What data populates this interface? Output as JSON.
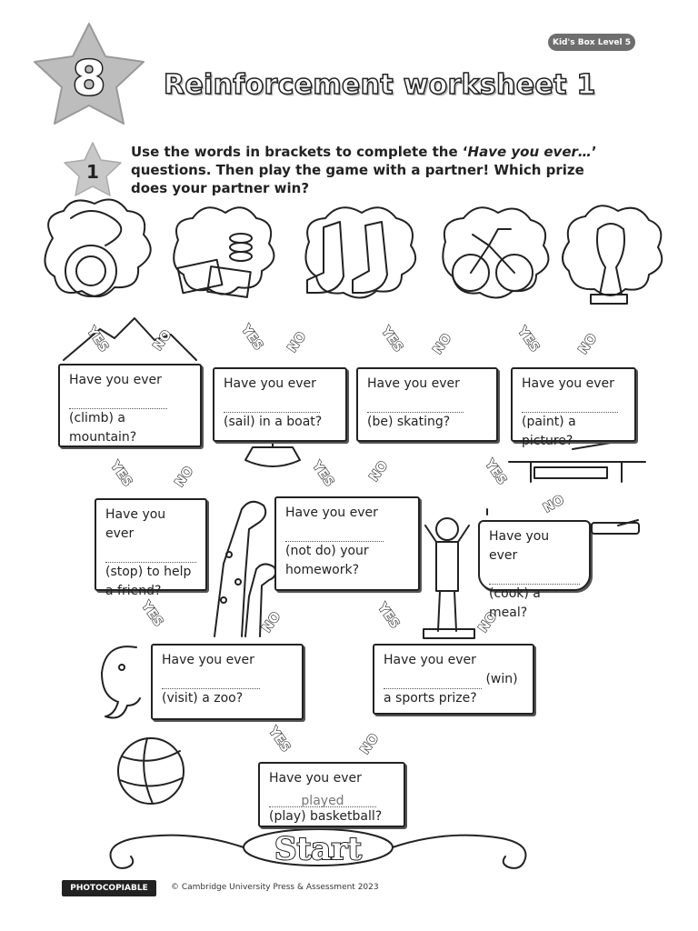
{
  "header": {
    "level_badge": "Kid's Box Level 5",
    "unit_number": "8",
    "title": "Reinforcement worksheet 1"
  },
  "exercise": {
    "number": "1",
    "instruction_a": "Use the words in brackets to complete the ‘",
    "instruction_italic": "Have you ever…",
    "instruction_b": "’ questions. Then play the game with a partner! Which prize does your partner win?"
  },
  "boxes": {
    "climb": {
      "line1": "Have you ever",
      "line2": "(climb) a mountain?"
    },
    "sail": {
      "line1": "Have you ever",
      "line2": "(sail) in a boat?"
    },
    "skating": {
      "line1": "Have you ever",
      "line2": "(be) skating?"
    },
    "paint": {
      "line1": "Have you ever",
      "line2": "(paint) a picture?"
    },
    "stop": {
      "line1": "Have you ever",
      "line2": "(stop) to help",
      "line3": "a friend?"
    },
    "homework": {
      "line1": "Have you ever",
      "line2": "(not do) your",
      "line3": "homework?"
    },
    "cook": {
      "line1": "Have you ever",
      "line2": "(cook) a meal?"
    },
    "zoo": {
      "line1": "Have you ever",
      "line2": "(visit) a zoo?"
    },
    "win": {
      "line1": "Have you ever",
      "inline": "(win)",
      "line2": "a sports prize?"
    },
    "basketball": {
      "line1": "Have you ever",
      "answer": "played",
      "line2": "(play) basketball?"
    }
  },
  "arrows": {
    "yes": "YES",
    "no": "NO"
  },
  "start_label": "Start",
  "footer": {
    "photocopiable": "PHOTOCOPIABLE",
    "copyright": "© Cambridge University Press & Assessment 2023"
  },
  "colors": {
    "ink": "#222222",
    "star_grey": "#bdbdbd",
    "badge_grey": "#6e6e6e"
  }
}
